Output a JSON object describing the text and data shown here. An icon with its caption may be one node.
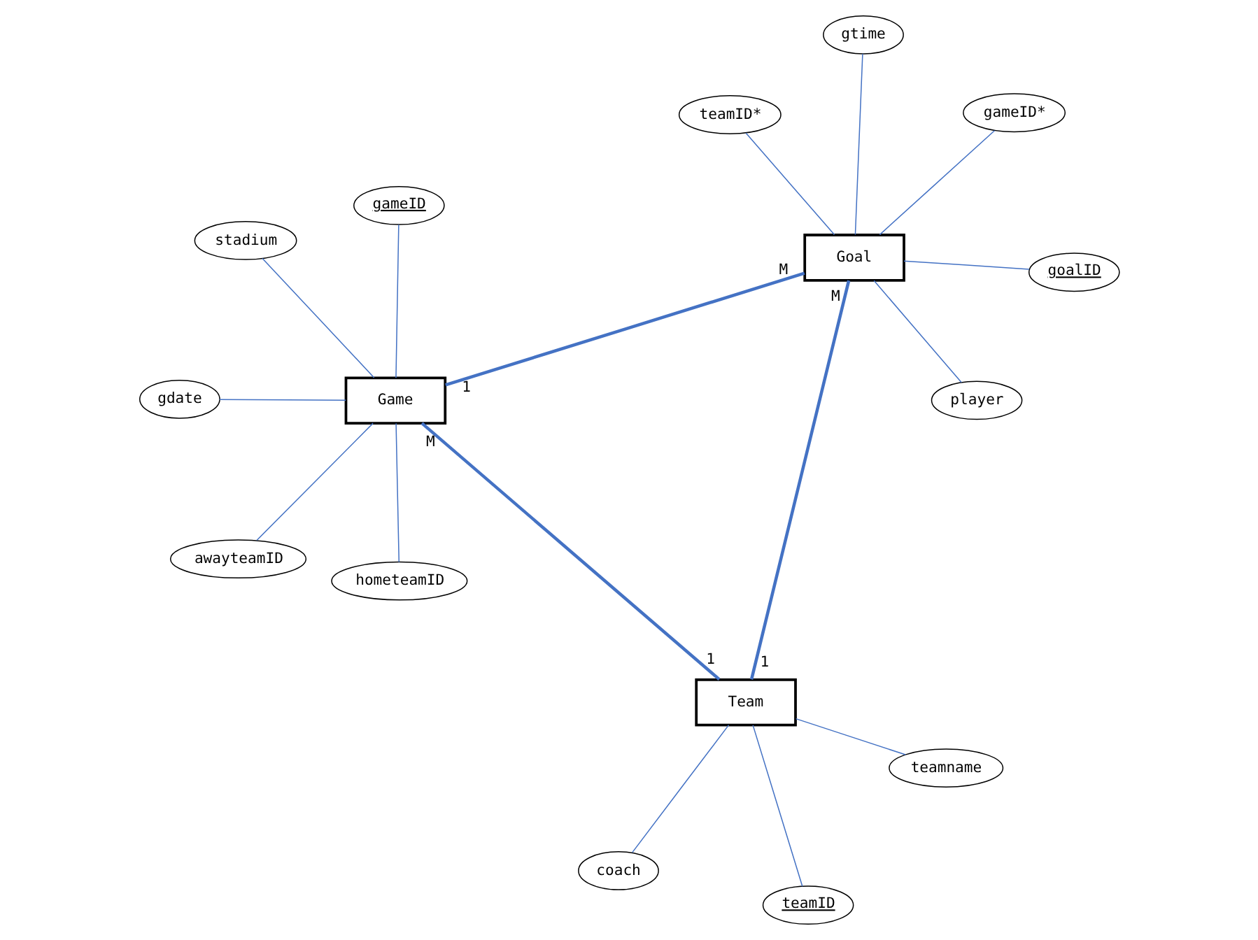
{
  "diagram": {
    "nodes": [
      {
        "text": [
          "gdate"
        ]
      },
      {
        "text": [
          "gameID"
        ]
      },
      {
        "text": [
          "teamID"
        ]
      },
      {
        "text": [
          "stadium"
        ]
      },
      {
        "text": [
          "teamname"
        ]
      },
      {
        "text": [
          "Game"
        ]
      },
      {
        "text": [
          "Team"
        ]
      },
      {
        "text": [
          "hometeamID"
        ]
      },
      {
        "text": [
          "coach"
        ]
      },
      {
        "text": [
          "awayteamID"
        ]
      },
      {
        "text": [
          "Goal"
        ]
      },
      {
        "text": [
          "teamID*"
        ]
      },
      {
        "text": [
          "goalID"
        ]
      },
      {
        "text": [
          "gameID*"
        ]
      },
      {
        "text": [
          "gtime"
        ]
      },
      {
        "text": [
          "player"
        ]
      }
    ],
    "edges": [
      {
        "from": 5,
        "to": 6,
        "arrow": "none",
        "style": "thick"
      },
      {
        "from": 5,
        "to": 10,
        "arrow": "none",
        "style": "thick"
      },
      {
        "from": 6,
        "to": 10,
        "arrow": "none",
        "style": "thick"
      },
      {
        "from": 5,
        "to": 0,
        "arrow": "none"
      },
      {
        "from": 5,
        "to": 1,
        "arrow": "none"
      },
      {
        "from": 5,
        "to": 3,
        "arrow": "none"
      },
      {
        "from": 5,
        "to": 7,
        "arrow": "none"
      },
      {
        "from": 5,
        "to": 9,
        "arrow": "none"
      },
      {
        "from": 6,
        "to": 2,
        "arrow": "none"
      },
      {
        "from": 6,
        "to": 4,
        "arrow": "none"
      },
      {
        "from": 6,
        "to": 8,
        "arrow": "none"
      },
      {
        "from": 10,
        "to": 12,
        "arrow": "none"
      },
      {
        "from": 10,
        "to": 13,
        "arrow": "none"
      },
      {
        "from": 10,
        "to": 15,
        "arrow": "none"
      },
      {
        "from": 10,
        "to": 14,
        "arrow": "none"
      },
      {
        "from": 10,
        "to": 11,
        "arrow": "none"
      }
    ],
    "labels": [
      "M",
      "1",
      "1",
      "1",
      "M",
      "M"
    ]
  }
}
